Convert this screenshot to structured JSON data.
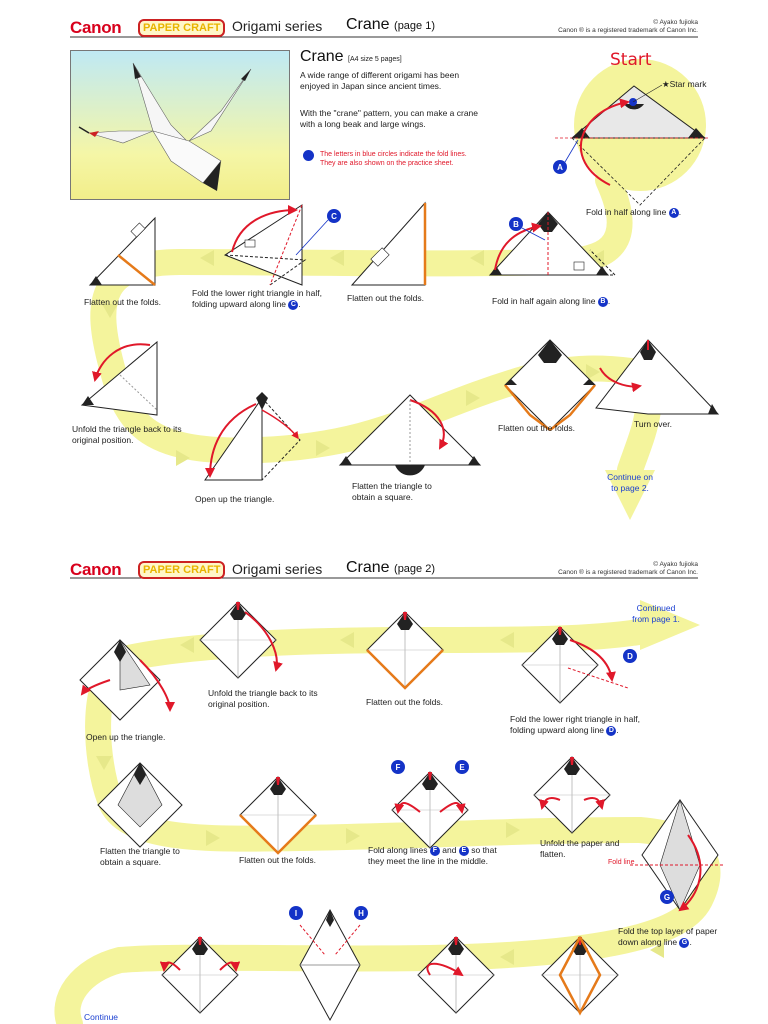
{
  "header1": {
    "brand": "Canon",
    "logo": "PAPER CRAFT",
    "series": "Origami series",
    "title": "Crane",
    "page": "(page 1)",
    "author": "© Ayako fujioka",
    "trademark": "Canon ® is a registered trademark of Canon Inc."
  },
  "intro": {
    "title": "Crane",
    "size": "[A4 size 5 pages]",
    "p1": "A wide range of different origami has been enjoyed in Japan since ancient times.",
    "p2": "With the \"crane\" pattern, you can make a crane with a long beak and large wings.",
    "note": "The letters in blue circles indicate the fold lines. They are also shown on the practice sheet."
  },
  "start": {
    "label": "Start",
    "star_mark": "Star mark"
  },
  "page1_steps": {
    "s1": "Fold in half along line",
    "s1_badge": "A",
    "s2": "Fold in half again along line",
    "s2_badge": "B",
    "s3": "Flatten out the folds.",
    "s4a": "Fold the lower right triangle in half,",
    "s4b": "folding upward along line",
    "s4_badge": "C",
    "s5": "Flatten out the folds.",
    "s6": "Unfold the triangle back to its original position.",
    "s7": "Open up the triangle.",
    "s8": "Flatten the triangle to obtain a square.",
    "s9": "Flatten out the folds.",
    "s10": "Turn over.",
    "continue": "Continue on to page 2."
  },
  "header2": {
    "brand": "Canon",
    "logo": "PAPER CRAFT",
    "series": "Origami series",
    "title": "Crane",
    "page": "(page 2)",
    "author": "© Ayako fujioka",
    "trademark": "Canon ® is a registered trademark of Canon Inc."
  },
  "page2_steps": {
    "continued": "Continued from page 1.",
    "d1a": "Fold the lower right triangle in half,",
    "d1b": "folding upward along line",
    "d1_badge": "D",
    "d2": "Flatten out the folds.",
    "d3": "Unfold the triangle back to its original position.",
    "d4": "Open up the triangle.",
    "d5": "Flatten the triangle to obtain a square.",
    "d6": "Flatten out the folds.",
    "d7a": "Fold along lines",
    "d7b": "and",
    "d7c": "so that they meet the line in the middle.",
    "d7_badge1": "F",
    "d7_badge2": "E",
    "d8": "Unfold the paper and flatten.",
    "fold_line": "Fold line",
    "d9a": "Fold the top layer of paper",
    "d9b": "down along line",
    "d9_badge": "G",
    "badge_i": "I",
    "badge_h": "H",
    "continue": "Continue"
  },
  "colors": {
    "brand_red": "#d8001c",
    "path_yellow": "#f4f49c",
    "arrow_red": "#e0182a",
    "fold_orange": "#e57a1a",
    "badge_blue": "#1433c7"
  }
}
